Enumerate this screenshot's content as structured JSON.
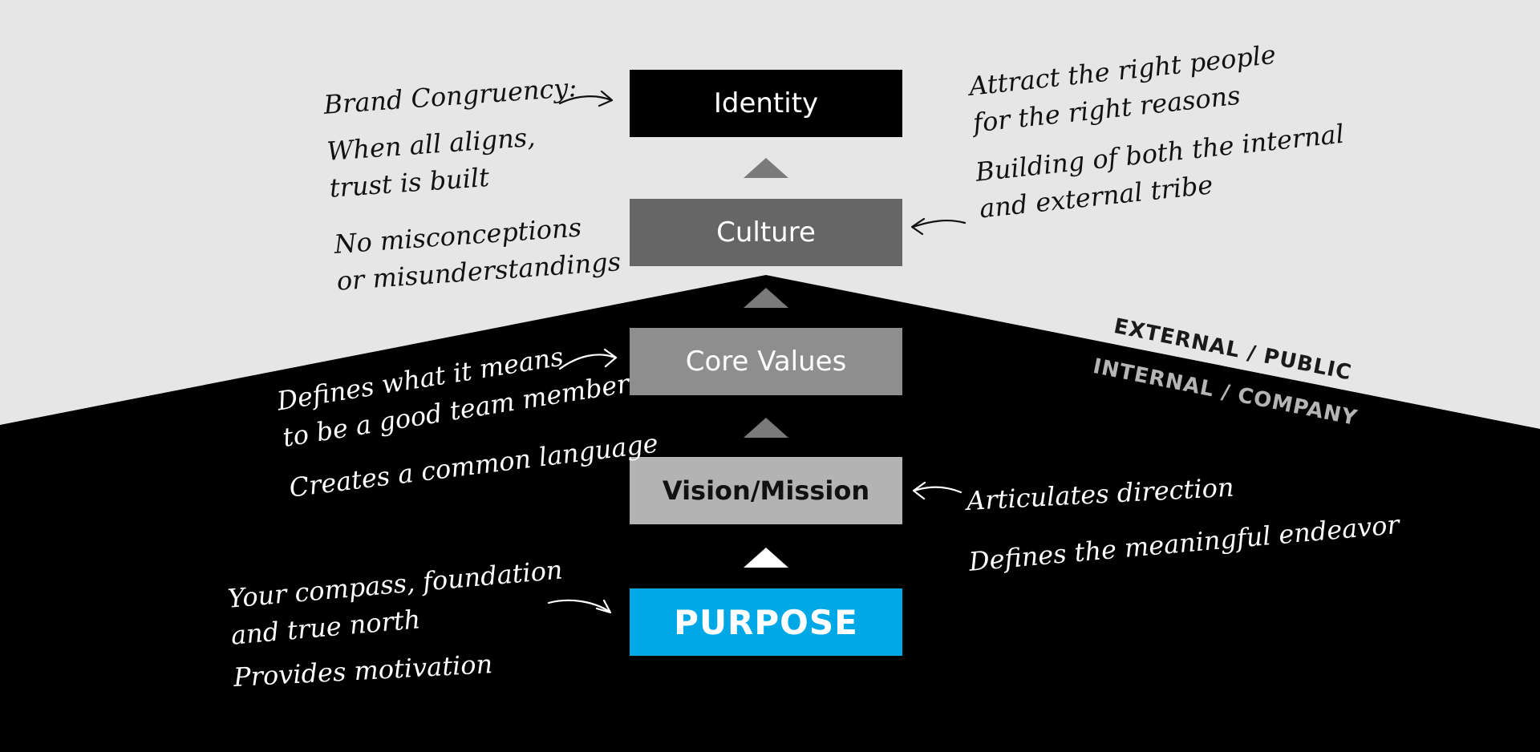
{
  "colors": {
    "background": "#e6e6e6",
    "foundation": "#000000",
    "identity": "#000000",
    "culture": "#666666",
    "core_values": "#8e8e8e",
    "vision_mission": "#b3b3b3",
    "purpose": "#00a9e6",
    "external_label": "#1a1a1a",
    "internal_label": "#b5b5b5",
    "arrow_upper": "#7a7a7a",
    "arrow_bottom": "#ffffff"
  },
  "blocks": {
    "identity": "Identity",
    "culture": "Culture",
    "core_values": "Core Values",
    "vision_mission": "Vision/Mission",
    "purpose": "PURPOSE"
  },
  "zones": {
    "external": "EXTERNAL / PUBLIC",
    "internal": "INTERNAL / COMPANY"
  },
  "notes": {
    "brand_congruency": "Brand Congruency:",
    "when_all_aligns": "When all aligns,\ntrust is built",
    "no_misconceptions": "No misconceptions\nor misunderstandings",
    "attract_people": "Attract the right people\nfor the right reasons",
    "building_tribe": "Building of both the internal\nand external tribe",
    "defines_team_member": "Defines what it means\nto be a good team member",
    "common_language": "Creates a common language",
    "articulates_direction": "Articulates direction",
    "meaningful_endeavor": "Defines the meaningful endeavor",
    "compass": "Your compass, foundation\nand true north",
    "motivation": "Provides motivation"
  }
}
